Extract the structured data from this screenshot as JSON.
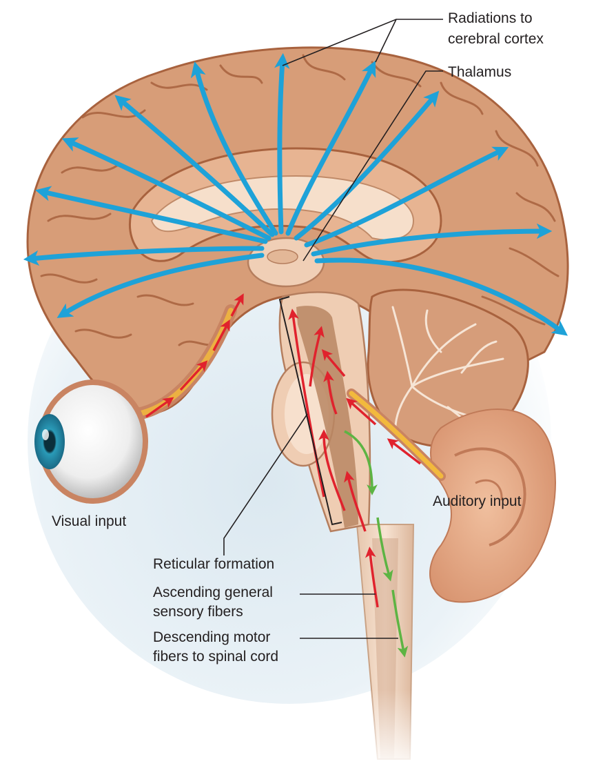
{
  "labels": {
    "radiations_line1": "Radiations to",
    "radiations_line2": "cerebral cortex",
    "thalamus": "Thalamus",
    "visual_input": "Visual input",
    "auditory_input": "Auditory input",
    "reticular_formation": "Reticular formation",
    "ascending_line1": "Ascending general",
    "ascending_line2": "sensory fibers",
    "descending_line1": "Descending motor",
    "descending_line2": "fibers to spinal cord"
  },
  "colors": {
    "cortex": "#d79d78",
    "cortex_dark": "#a8623e",
    "white_matter": "#f6dfcb",
    "radiation_arrow": "#1ea2d8",
    "ascending_arrow": "#e0222d",
    "descending_arrow": "#5db443",
    "nerve": "#f2b93d",
    "skin": "#e9ad8a",
    "iris": "#2a9bb8",
    "background_shade": "#dbe8f0"
  }
}
